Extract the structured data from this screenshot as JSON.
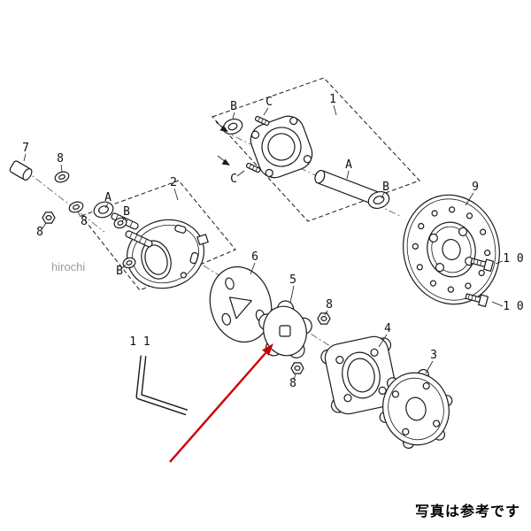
{
  "watermark": "hirochi",
  "footer_note": "写真は参考です",
  "colors": {
    "line": "#1a1a1a",
    "arrow": "#cc0000",
    "watermark": "#9b9b9b"
  },
  "labels": {
    "p1": "1",
    "p2": "2",
    "p3": "3",
    "p4": "4",
    "p5": "5",
    "p6": "6",
    "p7": "7",
    "p8": "8",
    "p9": "9",
    "p10": "1 0",
    "p11": "1 1",
    "a": "A",
    "b": "B",
    "c": "C"
  }
}
